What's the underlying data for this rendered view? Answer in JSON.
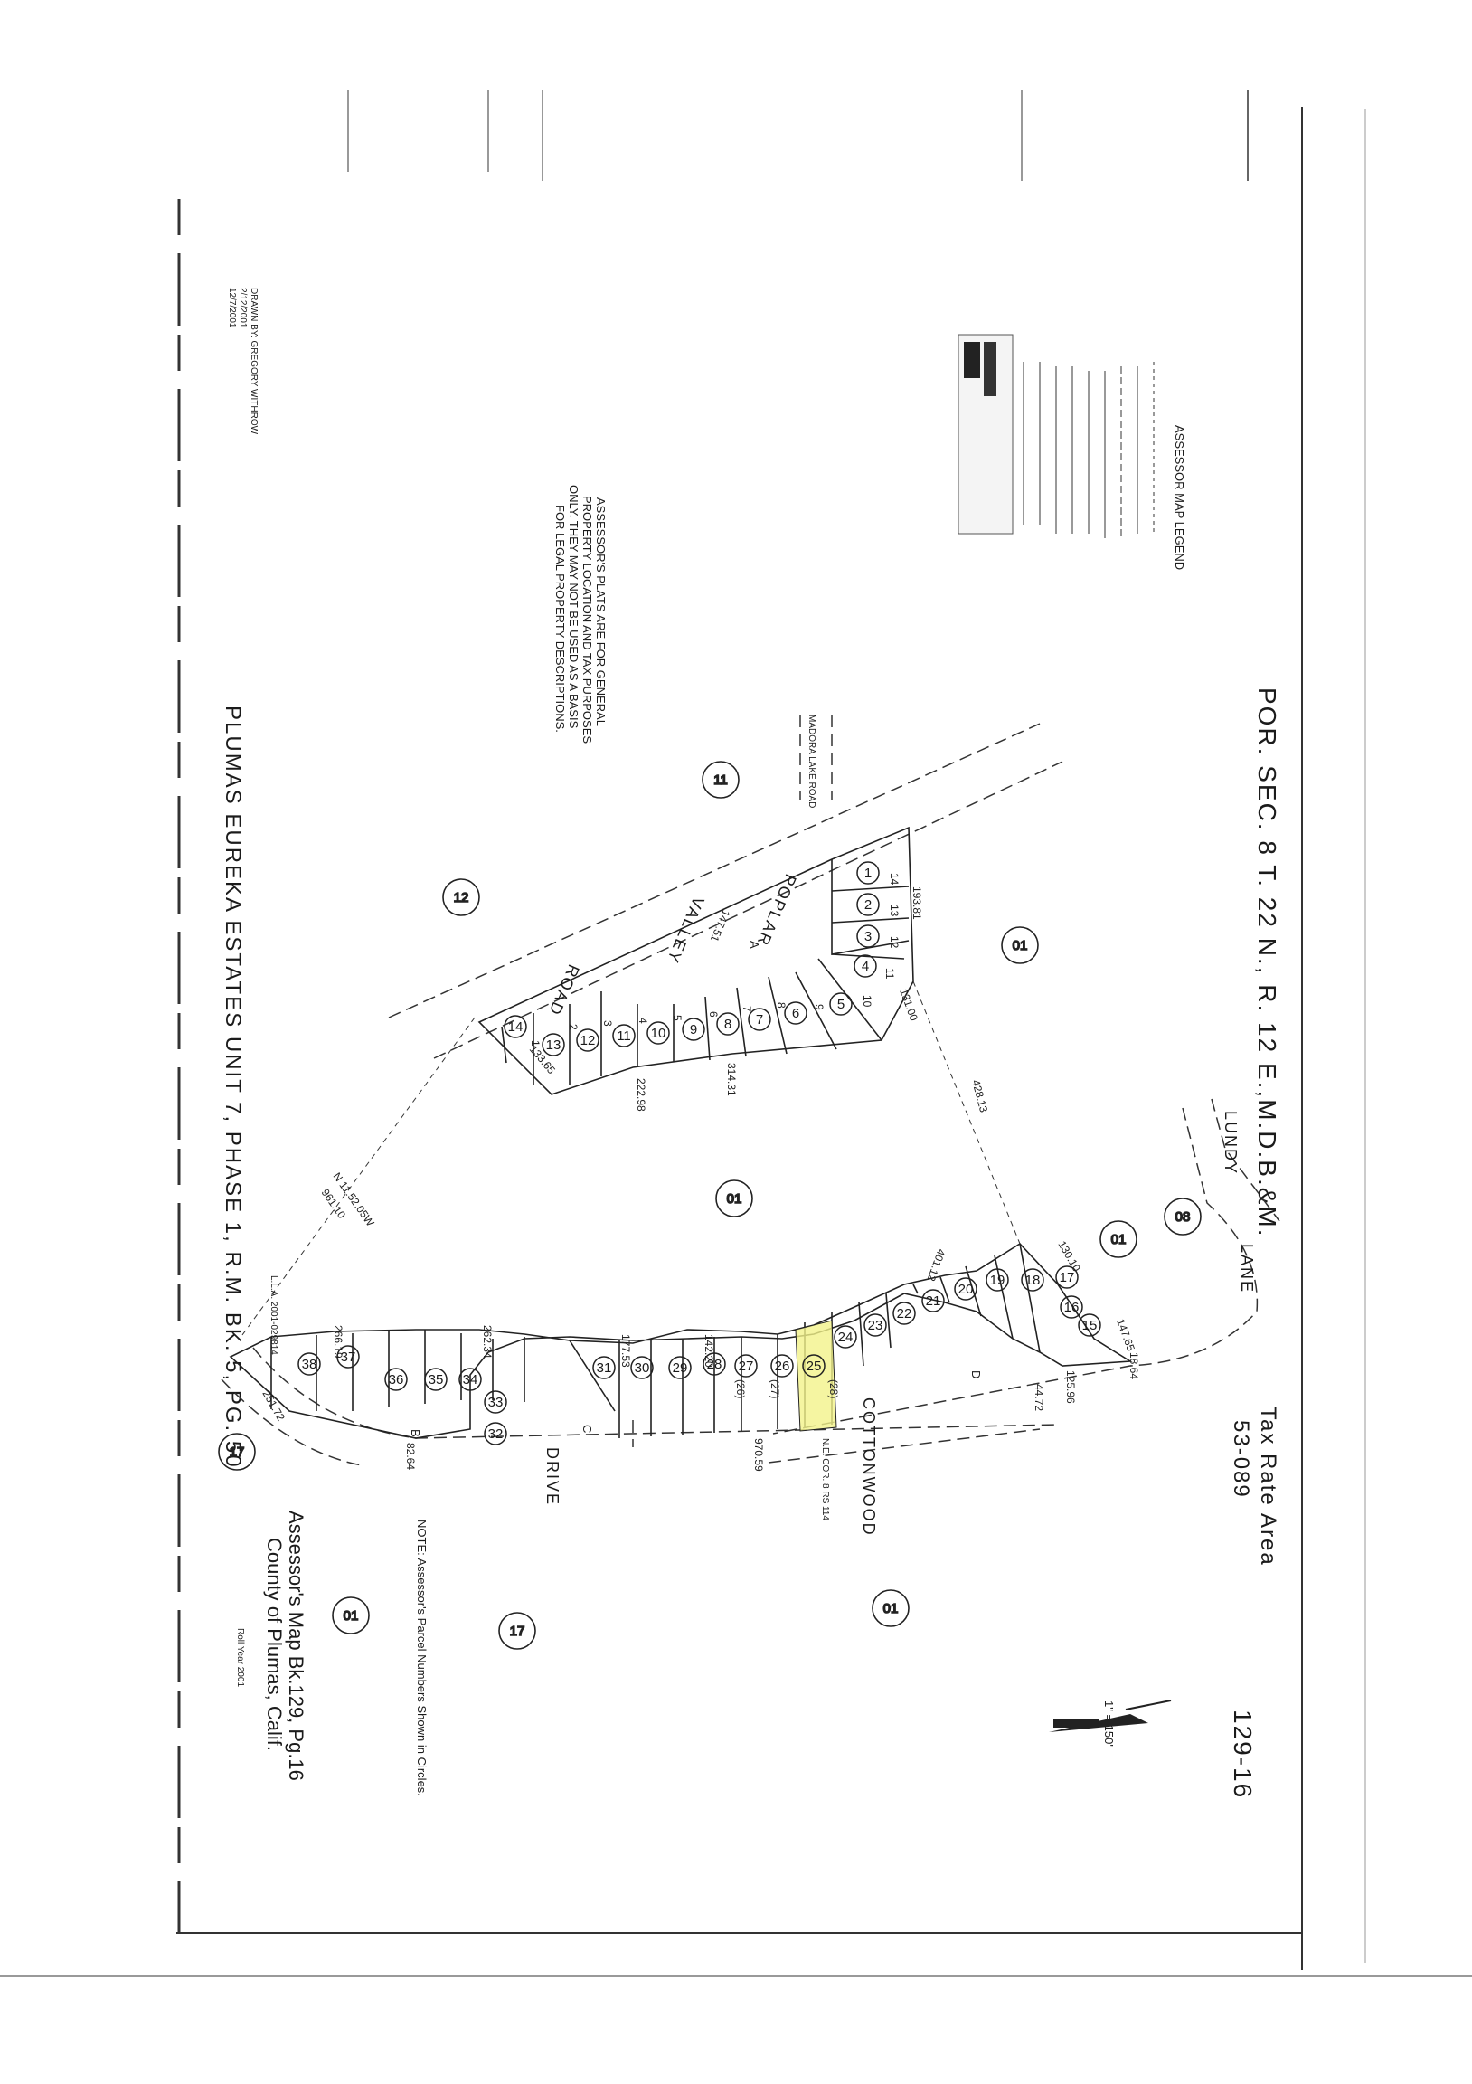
{
  "map": {
    "title": "POR. SEC. 8 T. 22 N., R. 12 E.,M.D.B.&M.",
    "book_page": "129-16",
    "tax_rate_area": {
      "label": "Tax Rate Area",
      "value": "53-089"
    },
    "scale": "1\" = 150'",
    "subdivision": "PLUMAS EUREKA ESTATES UNIT 7, PHASE 1, R.M. BK. 5, PG. 50",
    "assessor_map_title": "Assessor's Map Bk.129, Pg.16",
    "county": "County of Plumas, Calif.",
    "roll_year": "Roll Year 2001",
    "note": "NOTE: Assessor's Parcel Numbers Shown in Circles.",
    "disclaimer": [
      "ASSESSOR'S PLATS ARE FOR GENERAL",
      "PROPERTY LOCATION AND TAX PURPOSES",
      "ONLY. THEY MAY NOT BE USED AS A BASIS",
      "FOR LEGAL PROPERTY DESCRIPTIONS."
    ],
    "drawn_by": [
      "DRAWN BY: GREGORY WITHROW",
      "2/12/2001",
      "12/7/2001"
    ],
    "legend_title": "ASSESSOR MAP LEGEND",
    "lla_label": "L.L.A. 2001-029814",
    "ne_corner_label": "N.E. COR. 8 RS 114",
    "road_label_madora": "MADORA LAKE ROAD",
    "highlight_color": "#f2f28a"
  },
  "roads": {
    "poplar": "POPLAR",
    "valley": "VALLEY",
    "road": "ROAD",
    "lundy": "LUNDY",
    "lane": "LANE",
    "cottonwood": "COTTONWOOD",
    "drive": "DRIVE"
  },
  "areas": {
    "a01_top": "01",
    "a01_mid": "01",
    "a01_right": "01",
    "a01_bottomright": "01",
    "a01_bottom": "01",
    "a08": "08",
    "a11": "11",
    "a12": "12",
    "a17_left": "17",
    "a17_bottom": "17"
  },
  "parcels_west": [
    "1",
    "2",
    "3",
    "4",
    "5",
    "6",
    "7",
    "8",
    "9",
    "10",
    "11",
    "12",
    "13",
    "14"
  ],
  "lots_west": [
    "14",
    "13",
    "12",
    "11",
    "10",
    "9",
    "8",
    "7",
    "6",
    "5",
    "4",
    "3",
    "2",
    "1"
  ],
  "parcels_east": [
    "15",
    "16",
    "17",
    "18",
    "19",
    "20",
    "21",
    "22",
    "23",
    "24",
    "25",
    "26",
    "27",
    "28",
    "29",
    "30",
    "31",
    "32",
    "33",
    "34",
    "35",
    "36",
    "37",
    "38"
  ],
  "highlight": {
    "parcel": "(28)",
    "lot_sub": "(27)",
    "lot": "(26)"
  },
  "blocks": {
    "a": "A",
    "b": "B",
    "c": "C",
    "d": "D"
  },
  "dimensions": {
    "d1": "193.81",
    "d2": "131.00",
    "d3": "147.51",
    "d4": "314.31",
    "d5": "222.98",
    "d6": "133.65",
    "d7": "428.13",
    "d8": "401.12",
    "d9": "130.10",
    "d10": "147.65",
    "d11": "18.64",
    "d12": "125.96",
    "d13": "44.72",
    "d14": "970.59",
    "d15": "142.20",
    "d16": "177.53",
    "d17": "262.34",
    "d18": "266.19",
    "d19": "251.72",
    "d20": "82.64",
    "d21": "N 11.52.05W",
    "d22": "961.10"
  }
}
